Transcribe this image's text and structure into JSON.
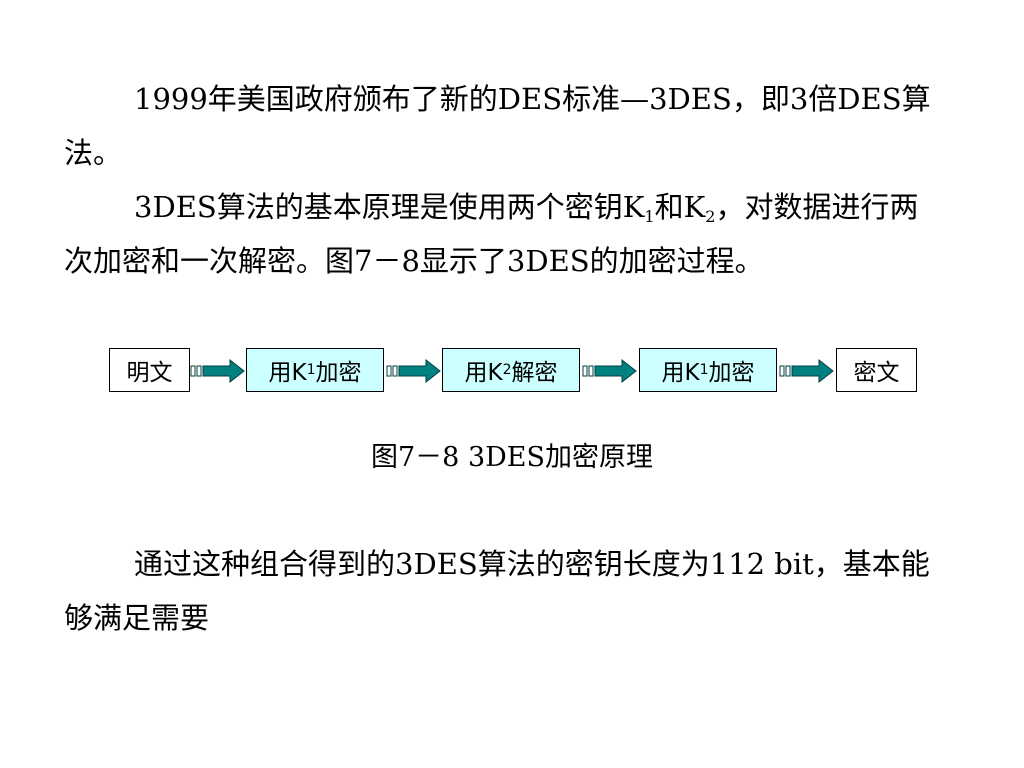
{
  "para1": {
    "line": "1999年美国政府颁布了新的DES标准—3DES，即3倍DES算法。"
  },
  "para2": {
    "part1": "3DES算法的基本原理是使用两个密钥K",
    "sub1": "1",
    "part2": "和K",
    "sub2": "2",
    "part3": "，对数据进行两次加密和一次解密。图7－8显示了3DES的加密过程。"
  },
  "diagram": {
    "boxes": [
      {
        "pre": "明文",
        "sub": "",
        "post": ""
      },
      {
        "pre": "用K",
        "sub": "1",
        "post": "加密"
      },
      {
        "pre": "用K",
        "sub": "2",
        "post": "解密"
      },
      {
        "pre": "用K",
        "sub": "1",
        "post": "加密"
      },
      {
        "pre": "密文",
        "sub": "",
        "post": ""
      }
    ],
    "colors": {
      "process_fill": "#ccffff",
      "arrow_fill": "#008080"
    }
  },
  "caption": "图7－8 3DES加密原理",
  "para3": {
    "line": "通过这种组合得到的3DES算法的密钥长度为112 bit，基本能够满足需要"
  }
}
